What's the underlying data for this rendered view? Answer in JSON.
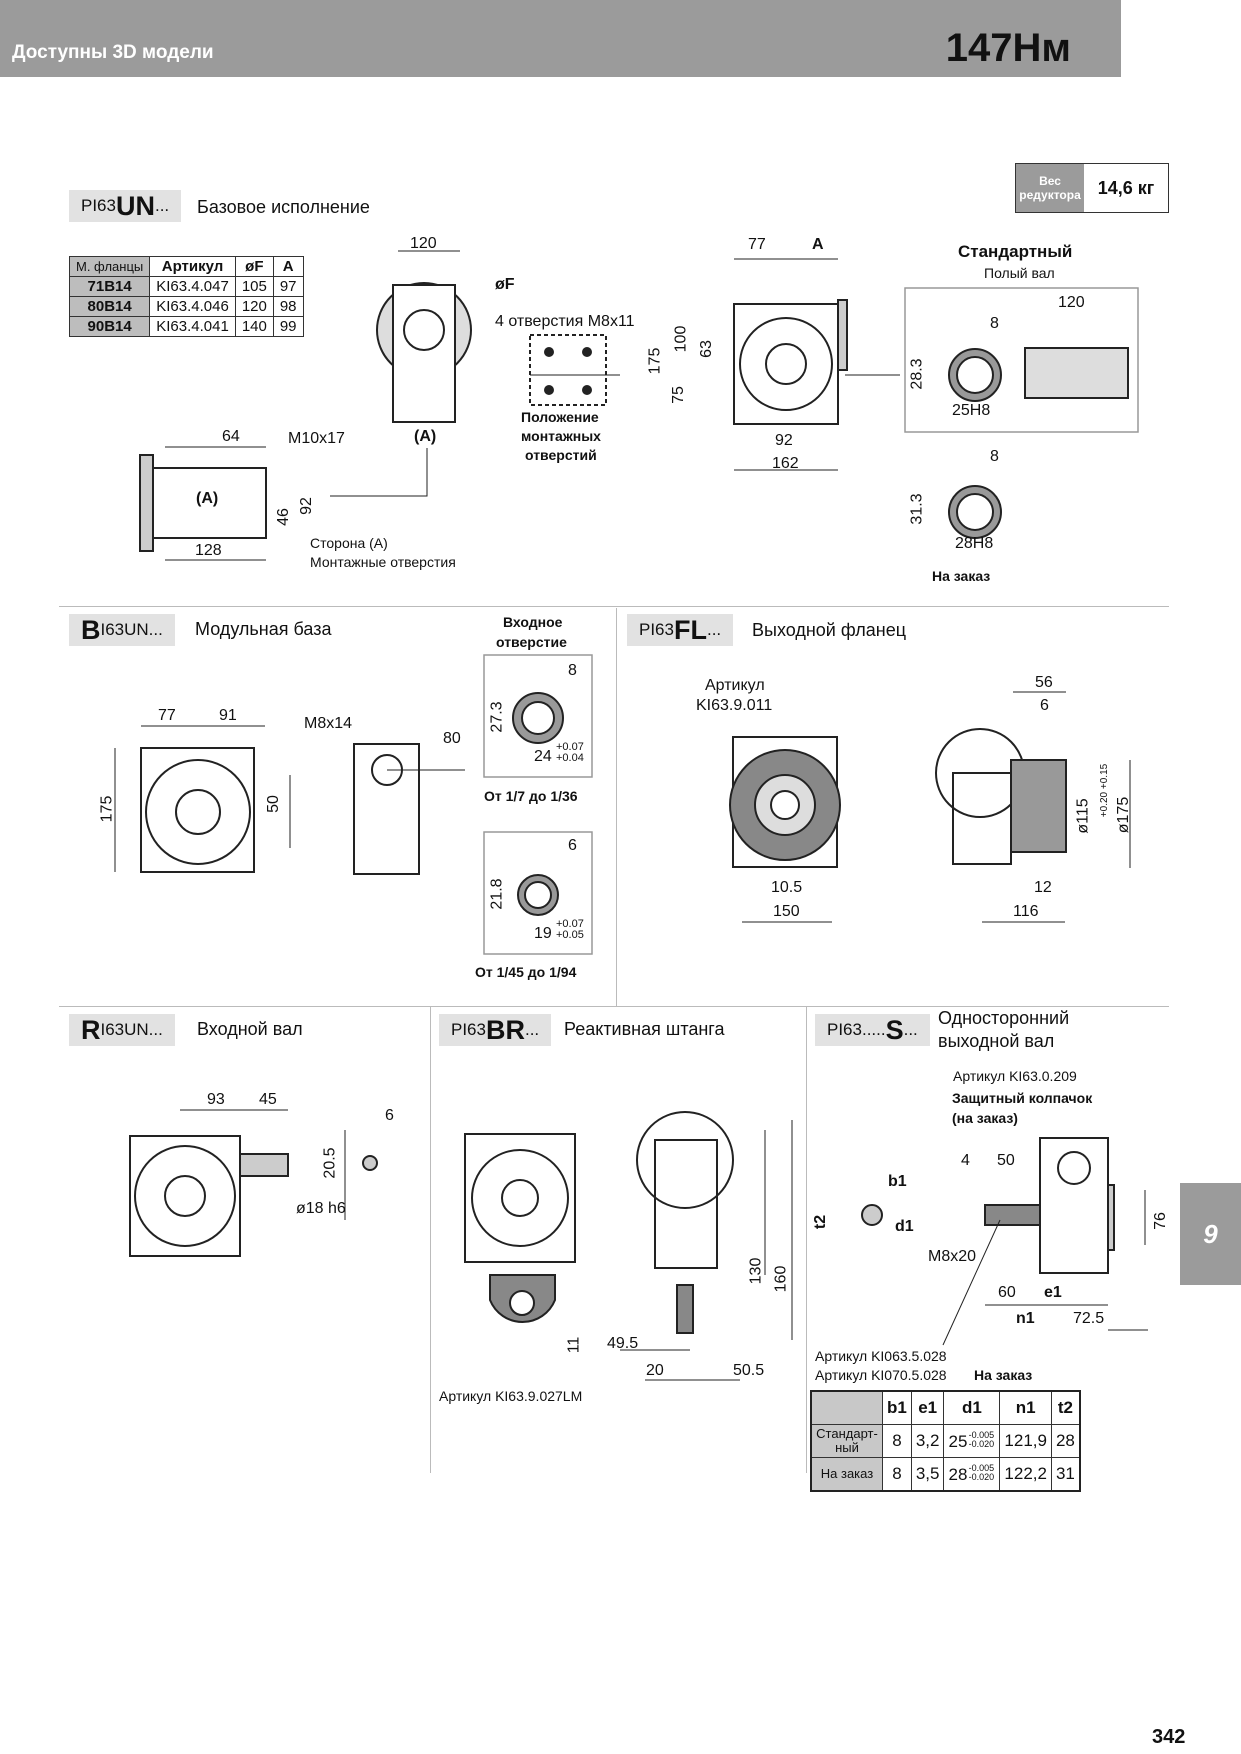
{
  "header": {
    "available": "Доступны 3D модели",
    "torque": "147Нм",
    "model": "I63"
  },
  "weight": {
    "label": "Вес редуктора",
    "value": "14,6 кг"
  },
  "base": {
    "code_prefix": "PI63",
    "code_bold": "UN",
    "code_suffix": "...",
    "title": "Базовое исполнение",
    "table": {
      "headers": [
        "М. фланцы",
        "Артикул",
        "øF",
        "A"
      ],
      "rows": [
        [
          "71B14",
          "KI63.4.047",
          "105",
          "97"
        ],
        [
          "80B14",
          "KI63.4.046",
          "120",
          "98"
        ],
        [
          "90B14",
          "KI63.4.041",
          "140",
          "99"
        ]
      ]
    },
    "dims": {
      "d120": "120",
      "dF": "øF",
      "holes": "4 отверстия M8x11",
      "A_label": "(A)",
      "d64": "64",
      "m10": "M10x17",
      "d46": "46",
      "d92": "92",
      "d128": "128",
      "d77": "77",
      "dA": "A",
      "d175": "175",
      "d100": "100",
      "d63": "63",
      "d75": "75",
      "d92b": "92",
      "d162": "162",
      "sideA": "Сторона (A)",
      "mount": "Монтажные отверстия",
      "holepos1": "Положение",
      "holepos2": "монтажных",
      "holepos3": "отверстий"
    },
    "standard": {
      "title": "Стандартный",
      "subtitle": "Полый вал",
      "d120": "120",
      "d8": "8",
      "d28": "28.3",
      "d25": "25H8"
    },
    "order": {
      "d8": "8",
      "d31": "31.3",
      "d28": "28H8",
      "label": "На заказ"
    }
  },
  "modular": {
    "code_big": "B",
    "code_rest": "I63UN...",
    "title": "Модульная база",
    "input_title1": "Входное",
    "input_title2": "отверстие",
    "dims": {
      "d77": "77",
      "d91": "91",
      "d175": "175",
      "d50": "50",
      "m8": "M8x14",
      "d80": "80"
    },
    "hole1": {
      "d8": "8",
      "d27": "27.3",
      "d24": "24",
      "tol": "+0.07 +0.04",
      "range": "От 1/7 до 1/36"
    },
    "hole2": {
      "d6": "6",
      "d21": "21.8",
      "d19": "19",
      "tol": "+0.07 +0.05",
      "range": "От 1/45 до 1/94"
    }
  },
  "flange": {
    "code_prefix": "PI63",
    "code_bold": "FL",
    "code_suffix": "...",
    "title": "Выходной фланец",
    "art1": "Артикул",
    "art2": "KI63.9.011",
    "dims": {
      "d56": "56",
      "d6": "6",
      "d115": "ø115",
      "tol": "+0.20 +0.15",
      "d175": "ø175",
      "d10": "10.5",
      "d150": "150",
      "d12": "12",
      "d116": "116"
    }
  },
  "input_shaft": {
    "code_big": "R",
    "code_rest": "I63UN...",
    "title": "Входной вал",
    "dims": {
      "d93": "93",
      "d45": "45",
      "d6": "6",
      "d20": "20.5",
      "d18": "ø18 h6"
    }
  },
  "torque_arm": {
    "code_prefix": "PI63",
    "code_bold": "BR",
    "code_suffix": "...",
    "title": "Реактивная штанга",
    "dims": {
      "d130": "130",
      "d160": "160",
      "d11": "11",
      "d49": "49.5",
      "d20": "20",
      "d50": "50.5"
    },
    "article": "Артикул KI63.9.027LM"
  },
  "single_shaft": {
    "code_prefix": "PI63.....",
    "code_bold": "S",
    "code_suffix": "...",
    "title1": "Односторонний",
    "title2": "выходной вал",
    "art": "Артикул KI63.0.209",
    "cap1": "Защитный колпачок",
    "cap2": "(на заказ)",
    "dims": {
      "b1": "b1",
      "t2": "t2",
      "d1": "d1",
      "d4": "4",
      "d50": "50",
      "m8": "M8x20",
      "d76": "76",
      "d60": "60",
      "e1": "e1",
      "n1": "n1",
      "d72": "72.5"
    },
    "art_std": "Артикул KI063.5.028",
    "art_order": "Артикул KI070.5.028",
    "art_order_b": "На заказ",
    "table": {
      "headers": [
        "",
        "b1",
        "e1",
        "d1",
        "n1",
        "t2"
      ],
      "rows": [
        {
          "label": "Стандарт-ный",
          "b1": "8",
          "e1": "3,2",
          "d1": "25",
          "tol": "-0.005 -0.020",
          "n1": "121,9",
          "t2": "28"
        },
        {
          "label": "На заказ",
          "b1": "8",
          "e1": "3,5",
          "d1": "28",
          "tol": "-0.005 -0.020",
          "n1": "122,2",
          "t2": "31"
        }
      ]
    }
  },
  "side_tab": "9",
  "page_number": "342"
}
